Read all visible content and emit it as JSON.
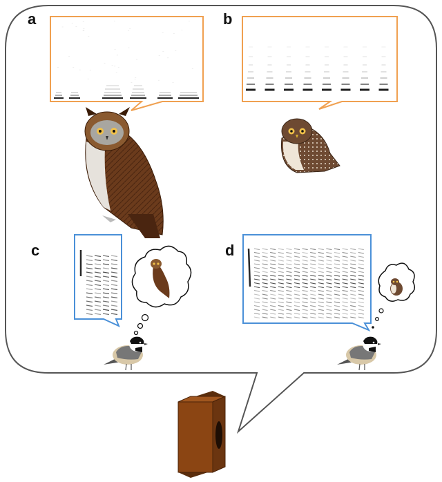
{
  "panels": [
    {
      "id": "a",
      "label": "a"
    },
    {
      "id": "b",
      "label": "b"
    },
    {
      "id": "c",
      "label": "c"
    },
    {
      "id": "d",
      "label": "d"
    }
  ],
  "colors": {
    "speaker_outline": "#555555",
    "predator_call_box": "#f0a050",
    "alarm_call_box": "#4a90d8",
    "speaker_body": "#8b4513",
    "speaker_dark": "#5a2d0c",
    "great_horned_owl": "#6b3b1c",
    "pygmy_owl": "#6e4a32",
    "chickadee_cap": "#111111"
  },
  "icons": [
    "great-horned-owl-icon",
    "pygmy-owl-icon",
    "chickadee-icon",
    "thought-bubble-icon",
    "speaker-icon",
    "spectrogram-icon"
  ]
}
